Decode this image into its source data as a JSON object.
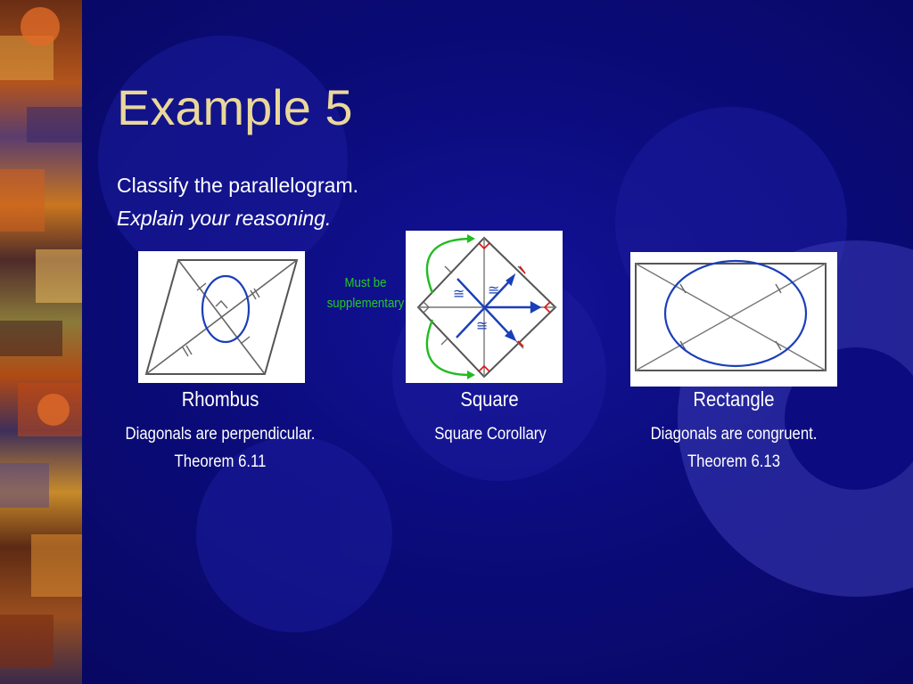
{
  "slide": {
    "title": "Example 5",
    "prompt_line1": "Classify the parallelogram.",
    "prompt_line2": "Explain your reasoning.",
    "note_line1": "Must be",
    "note_line2": "supplementary",
    "congruent_symbol": "≅"
  },
  "figures": [
    {
      "name": "Rhombus",
      "reason": "Diagonals are perpendicular.",
      "theorem": "Theorem 6.11"
    },
    {
      "name": "Square",
      "reason": "Square Corollary",
      "theorem": ""
    },
    {
      "name": "Rectangle",
      "reason": "Diagonals are congruent.",
      "theorem": "Theorem 6.13"
    }
  ],
  "colors": {
    "title": "#ead89a",
    "text": "#ffffff",
    "note": "#22cc22",
    "highlight_blue": "#1a3fb8",
    "right_angle_red": "#e01010",
    "green_arrow": "#22bb22"
  }
}
